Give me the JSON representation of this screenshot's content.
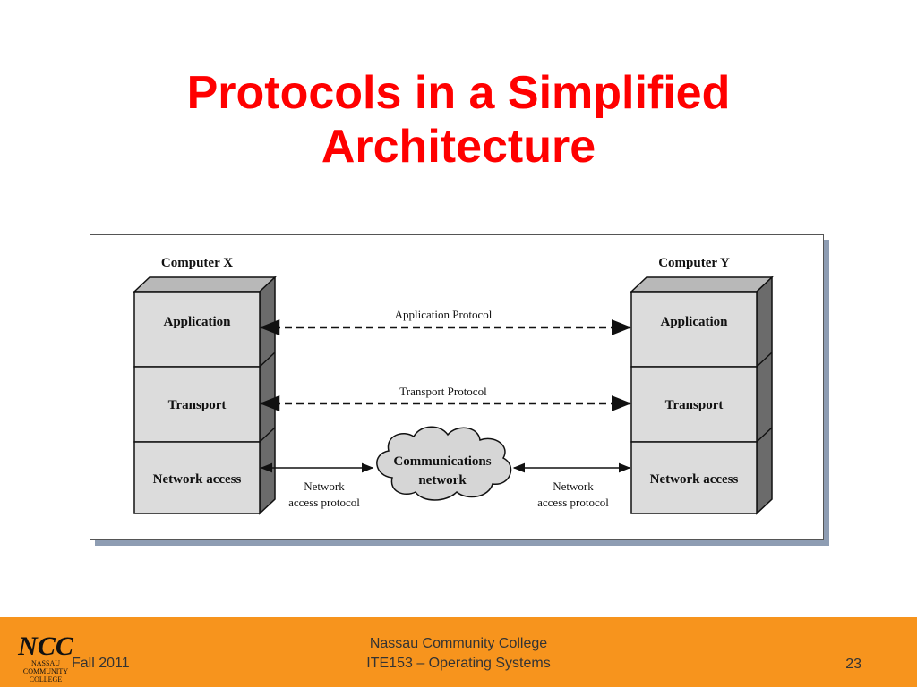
{
  "slide": {
    "title_line1": "Protocols in a Simplified",
    "title_line2": "Architecture"
  },
  "diagram": {
    "left_computer": "Computer X",
    "right_computer": "Computer Y",
    "layers": [
      "Application",
      "Transport",
      "Network access"
    ],
    "application_protocol": "Application Protocol",
    "transport_protocol": "Transport Protocol",
    "cloud_line1": "Communications",
    "cloud_line2": "network",
    "nap_line1": "Network",
    "nap_line2": "access protocol"
  },
  "footer": {
    "term": "Fall 2011",
    "college": "Nassau Community College",
    "course": "ITE153 – Operating Systems",
    "page": "23",
    "logo_letters": "NCC",
    "logo_text": [
      "NASSAU",
      "COMMUNITY",
      "COLLEGE"
    ]
  },
  "colors": {
    "title": "#ff0000",
    "footer": "#f7941d",
    "box_front": "#dcdcdc",
    "box_side": "#6b6b6b"
  }
}
